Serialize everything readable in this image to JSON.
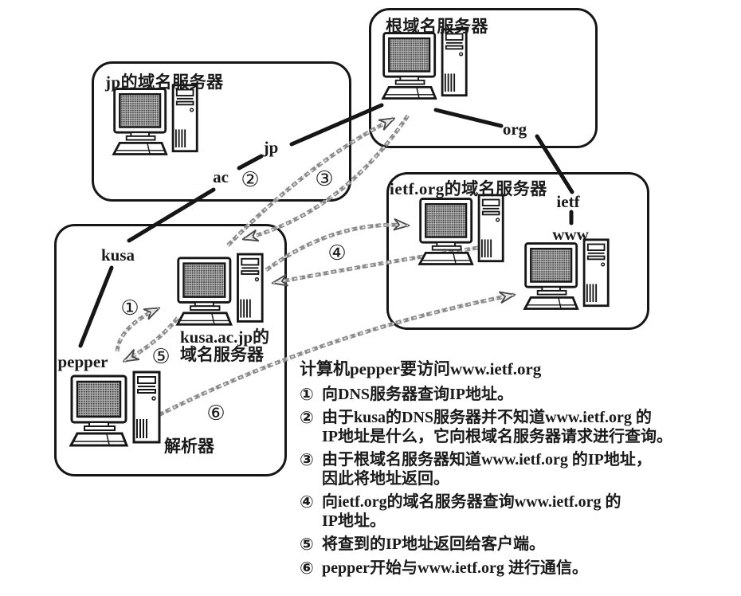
{
  "figure": {
    "title_boxes": {
      "root": "根域名服务器",
      "jp": "jp的域名服务器",
      "ietf": "ietf.org的域名服务器"
    },
    "node_labels": {
      "jp": "jp",
      "ac": "ac",
      "org": "org",
      "ietf": "ietf",
      "www": "www",
      "kusa": "kusa",
      "pepper": "pepper",
      "kusa_server_line1": "kusa.ac.jp的",
      "kusa_server_line2": "域名服务器",
      "resolver": "解析器"
    },
    "step_markers": {
      "s1": "①",
      "s2": "②",
      "s3": "③",
      "s4": "④",
      "s5": "⑤",
      "s6": "⑥"
    },
    "notes": {
      "title": "计算机pepper要访问www.ietf.org",
      "items": [
        {
          "num": "①",
          "l1": "向DNS服务器查询IP地址。"
        },
        {
          "num": "②",
          "l1": "由于kusa的DNS服务器并不知道www.ietf.org 的",
          "l2": "IP地址是什么，它向根域名服务器请求进行查询。"
        },
        {
          "num": "③",
          "l1": "由于根域名服务器知道www.ietf.org 的IP地址，",
          "l2": "因此将地址返回。"
        },
        {
          "num": "④",
          "l1": "向ietf.org的域名服务器查询www.ietf.org 的",
          "l2": "IP地址。"
        },
        {
          "num": "⑤",
          "l1": "将查到的IP地址返回给客户端。"
        },
        {
          "num": "⑥",
          "l1": "pepper开始与www.ietf.org 进行通信。"
        }
      ]
    },
    "colors": {
      "ink": "#1a1a1a",
      "rope_gray": "#8c8c8c",
      "paper": "#ffffff"
    }
  }
}
